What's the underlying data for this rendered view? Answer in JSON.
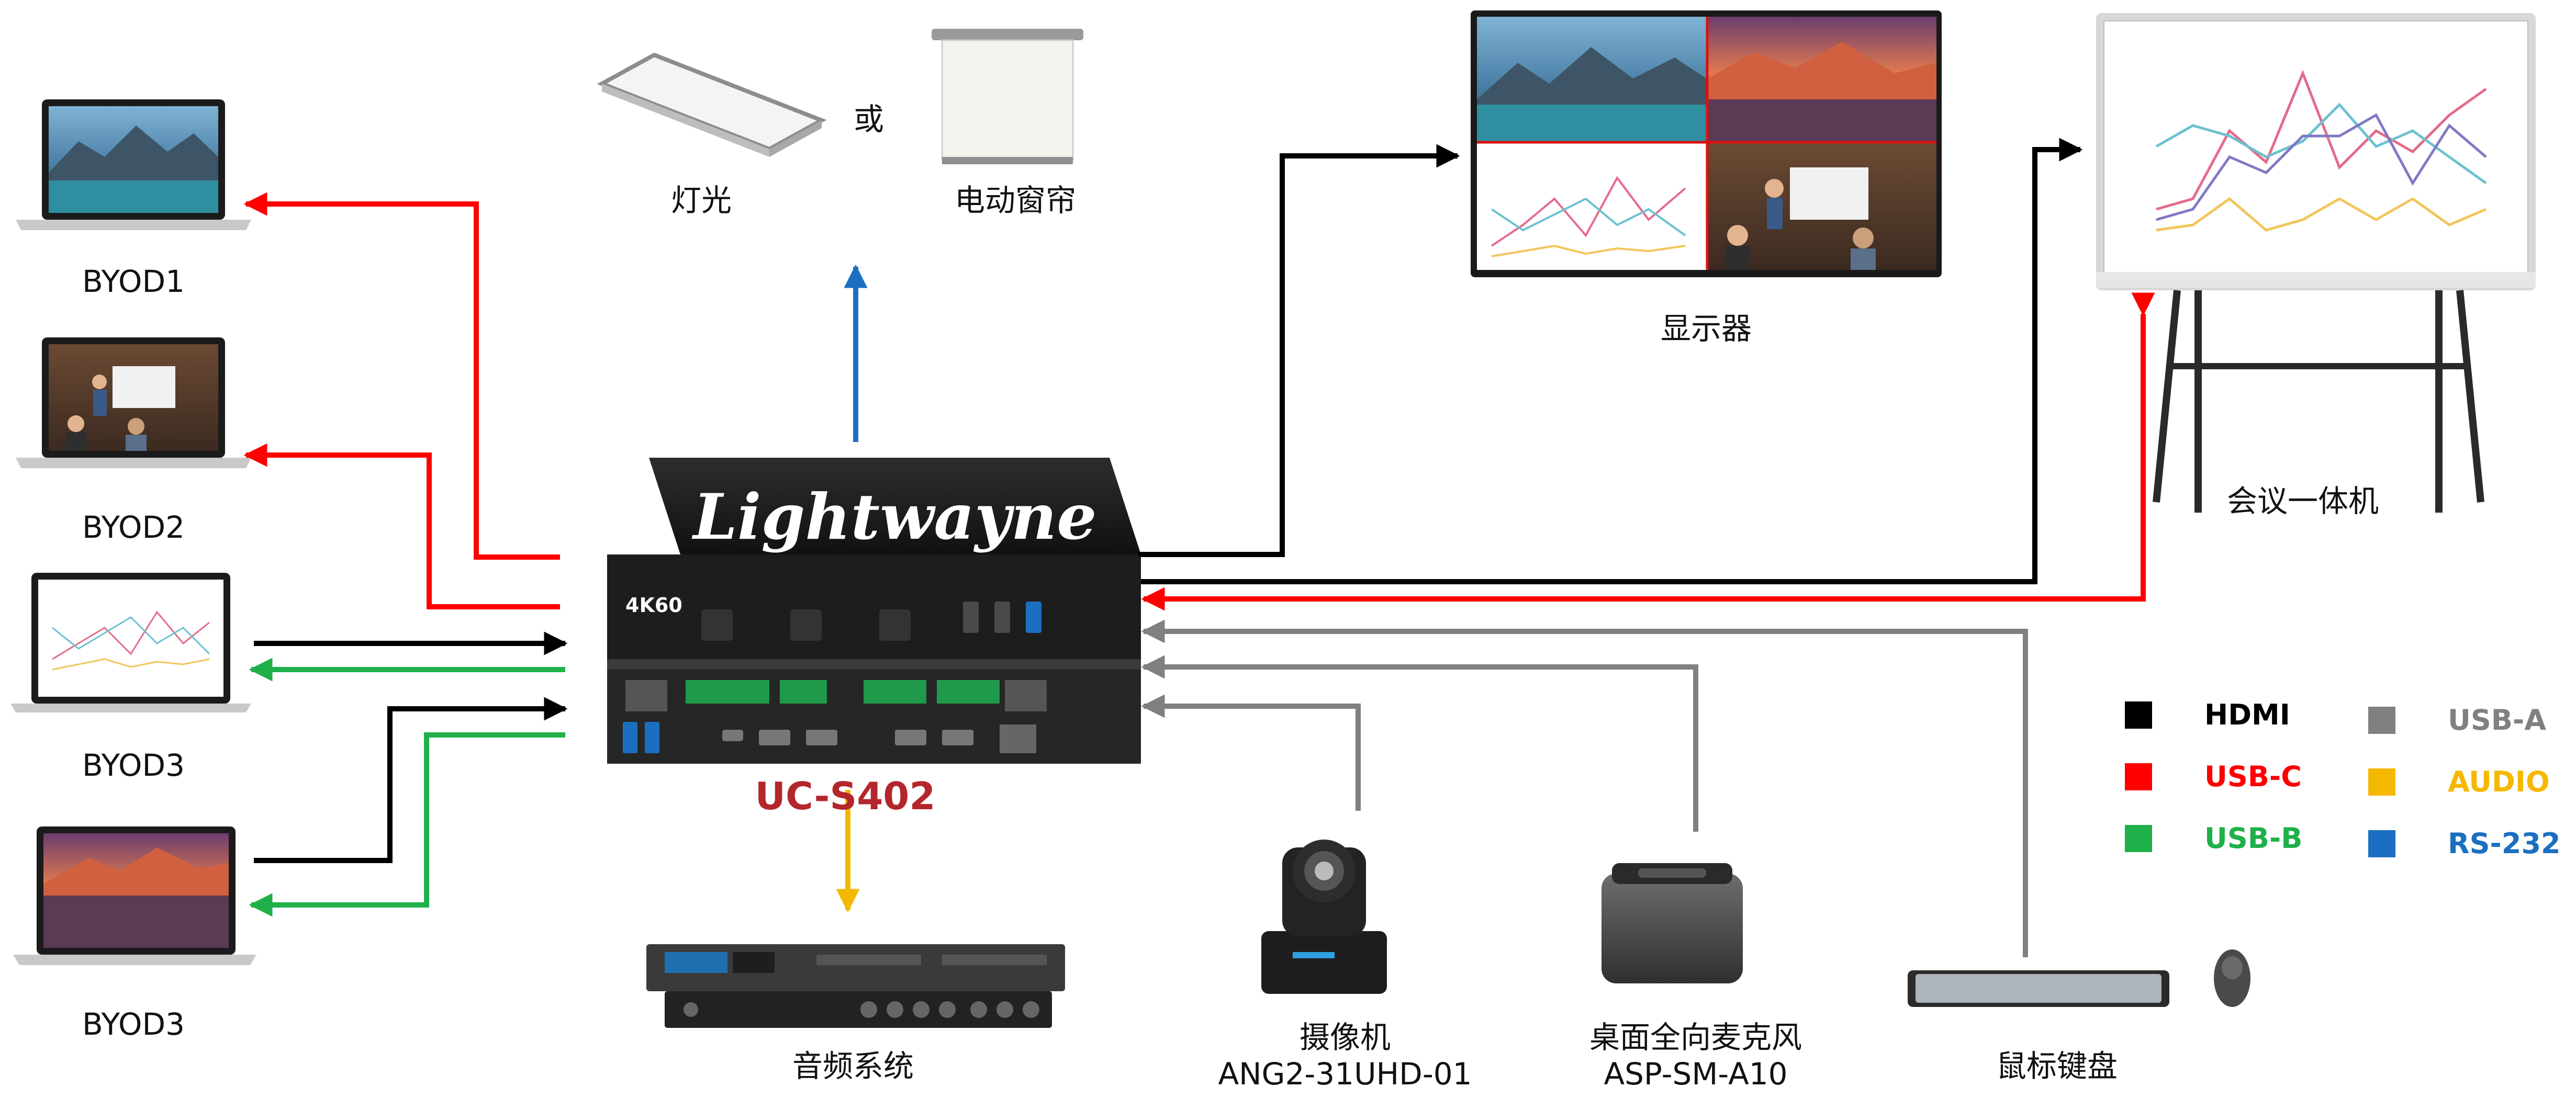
{
  "devices": {
    "byod1": "BYOD1",
    "byod2": "BYOD2",
    "byod3a": "BYOD3",
    "byod3b": "BYOD3",
    "light": "灯光",
    "or": "或",
    "curtain": "电动窗帘",
    "display": "显示器",
    "board": "会议一体机",
    "switcher_model": "UC-S402",
    "switcher_brand": "Lightwayne",
    "switcher_badge": "4K60",
    "audio": "音频系统",
    "camera": "摄像机",
    "camera_model": "ANG2-31UHD-01",
    "mic": "桌面全向麦克风",
    "mic_model": "ASP-SM-A10",
    "peripherals": "鼠标键盘"
  },
  "legend": [
    {
      "label": "HDMI",
      "color": "#000000",
      "text_color": "#000000"
    },
    {
      "label": "USB-C",
      "color": "#ff0000",
      "text_color": "#ff0000"
    },
    {
      "label": "USB-B",
      "color": "#1fb04a",
      "text_color": "#1fb04a"
    },
    {
      "label": "USB-A",
      "color": "#808080",
      "text_color": "#808080"
    },
    {
      "label": "AUDIO",
      "color": "#f5b800",
      "text_color": "#f5b800"
    },
    {
      "label": "RS-232",
      "color": "#1c6fc0",
      "text_color": "#1c6fc0"
    }
  ],
  "colors": {
    "hdmi": "#000000",
    "usb_c": "#ff0000",
    "usb_b": "#1fb04a",
    "usb_a": "#808080",
    "audio": "#f5b800",
    "rs232": "#1c6fc0",
    "product_label": "#b3262b"
  }
}
